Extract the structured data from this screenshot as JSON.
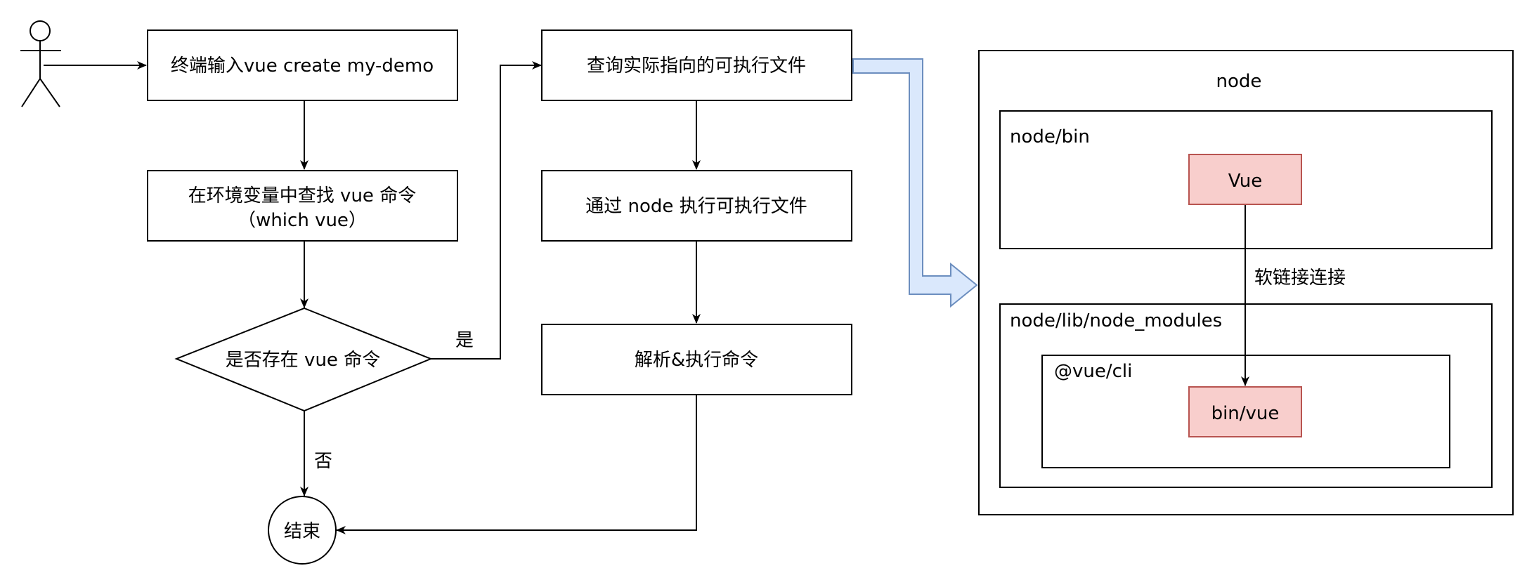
{
  "flow": {
    "step1": "终端输入vue create my-demo",
    "step2_line1": "在环境变量中查找 vue 命令",
    "step2_line2": "（which vue）",
    "decision": "是否存在 vue 命令",
    "yes_label": "是",
    "no_label": "否",
    "end": "结束",
    "step3": "查询实际指向的可执行文件",
    "step4": "通过 node 执行可执行文件",
    "step5": "解析&执行命令"
  },
  "node_panel": {
    "title": "node",
    "bin_group": "node/bin",
    "vue_box": "Vue",
    "link_label": "软链接连接",
    "modules_group": "node/lib/node_modules",
    "cli_group": "@vue/cli",
    "bin_vue_box": "bin/vue"
  },
  "colors": {
    "highlight_fill": "#f8cecc",
    "highlight_stroke": "#b85450",
    "arrow_fill": "#dae8fc",
    "arrow_stroke": "#6c8ebf"
  }
}
